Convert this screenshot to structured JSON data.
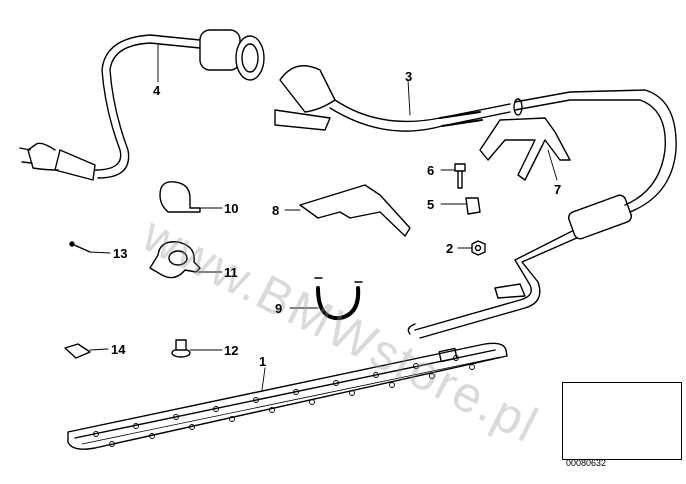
{
  "callouts": [
    {
      "id": "1",
      "label": "1"
    },
    {
      "id": "2",
      "label": "2"
    },
    {
      "id": "3",
      "label": "3"
    },
    {
      "id": "4",
      "label": "4"
    },
    {
      "id": "5",
      "label": "5"
    },
    {
      "id": "6",
      "label": "6"
    },
    {
      "id": "7",
      "label": "7"
    },
    {
      "id": "8",
      "label": "8"
    },
    {
      "id": "9",
      "label": "9"
    },
    {
      "id": "10",
      "label": "10"
    },
    {
      "id": "11",
      "label": "11"
    },
    {
      "id": "12",
      "label": "12"
    },
    {
      "id": "13",
      "label": "13"
    },
    {
      "id": "14",
      "label": "14"
    }
  ],
  "watermark": "www.BMWstore.pl",
  "diagram_code": "00080632"
}
